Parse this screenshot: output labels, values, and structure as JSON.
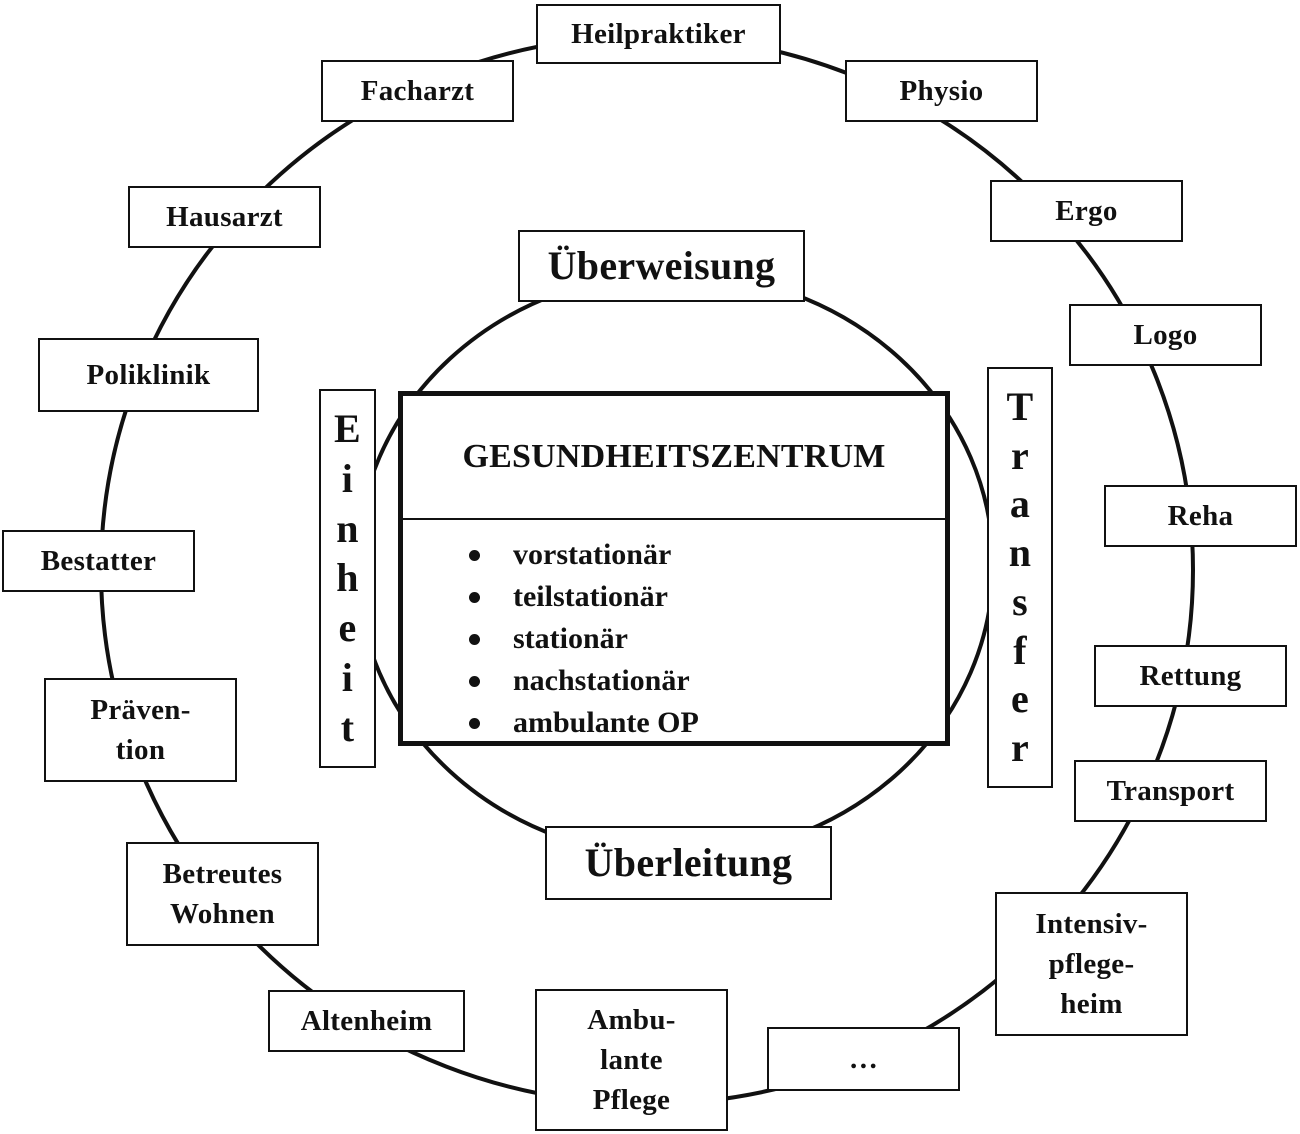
{
  "outer_ring": [
    {
      "id": "heilpraktiker",
      "lines": [
        "Heilpraktiker"
      ]
    },
    {
      "id": "physio",
      "lines": [
        "Physio"
      ]
    },
    {
      "id": "ergo",
      "lines": [
        "Ergo"
      ]
    },
    {
      "id": "logo",
      "lines": [
        "Logo"
      ]
    },
    {
      "id": "reha",
      "lines": [
        "Reha"
      ]
    },
    {
      "id": "rettung",
      "lines": [
        "Rettung"
      ]
    },
    {
      "id": "transport",
      "lines": [
        "Transport"
      ]
    },
    {
      "id": "intensivpflegeheim",
      "lines": [
        "Intensiv-",
        "pflege-",
        "heim"
      ]
    },
    {
      "id": "ellipsis",
      "lines": [
        "…"
      ]
    },
    {
      "id": "ambulante-pflege",
      "lines": [
        "Ambu-",
        "lante",
        "Pflege"
      ]
    },
    {
      "id": "altenheim",
      "lines": [
        "Altenheim"
      ]
    },
    {
      "id": "betreutes-wohnen",
      "lines": [
        "Betreutes",
        "Wohnen"
      ]
    },
    {
      "id": "praevention",
      "lines": [
        "Präven-",
        "tion"
      ]
    },
    {
      "id": "bestatter",
      "lines": [
        "Bestatter"
      ]
    },
    {
      "id": "poliklinik",
      "lines": [
        "Poliklinik"
      ]
    },
    {
      "id": "hausarzt",
      "lines": [
        "Hausarzt"
      ]
    },
    {
      "id": "facharzt",
      "lines": [
        "Facharzt"
      ]
    }
  ],
  "inner_ring": {
    "top": "Überweisung",
    "bottom": "Überleitung",
    "left_letters": [
      "E",
      "i",
      "n",
      "h",
      "e",
      "i",
      "t"
    ],
    "right_letters": [
      "T",
      "r",
      "a",
      "n",
      "s",
      "f",
      "e",
      "r"
    ]
  },
  "center": {
    "title": "GESUNDHEITSZENTRUM",
    "items": [
      "vorstationär",
      "teilstationär",
      "stationär",
      "nachstationär",
      "ambulante OP"
    ]
  }
}
